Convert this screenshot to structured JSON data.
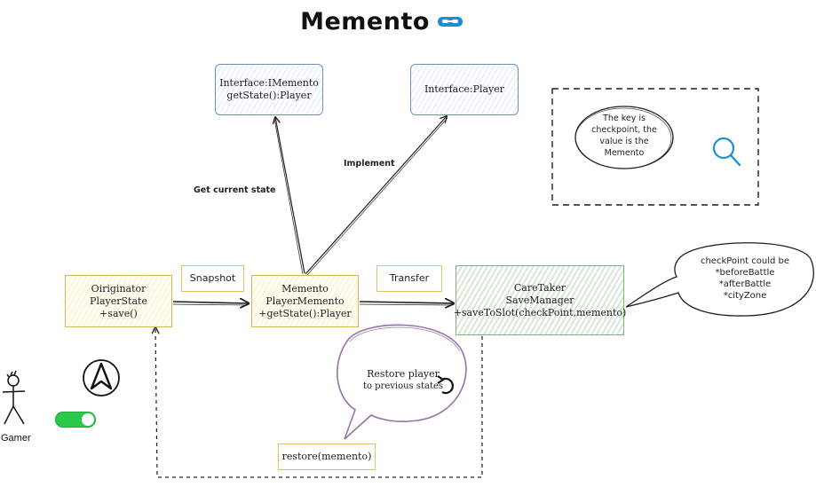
{
  "title": {
    "text": "Memento"
  },
  "nodes": {
    "imemento": {
      "lines": [
        "Interface:IMemento",
        "getState():Player"
      ]
    },
    "player_interface": {
      "lines": [
        "Interface:Player"
      ]
    },
    "originator": {
      "lines": [
        "Oiriginator",
        "PlayerState",
        "+save()"
      ]
    },
    "memento": {
      "lines": [
        "Memento",
        "PlayerMemento",
        "+getState():Player"
      ]
    },
    "caretaker": {
      "lines": [
        "CareTaker",
        "SaveManager",
        "+saveToSlot(checkPoint,memento)"
      ]
    }
  },
  "labels": {
    "snapshot": "Snapshot",
    "transfer": "Transfer",
    "restore": "restore(memento)",
    "get_current_state": "Get current state",
    "implement": "Implement"
  },
  "notes": {
    "key_note": [
      "The key is",
      "checkpoint, the",
      "value is the",
      "Memento"
    ],
    "checkpoint_note": [
      "checkPoint could be",
      "*beforeBattle",
      "*afterBattle",
      "*cityZone"
    ],
    "restore_bubble": [
      "Restore player",
      "to previous states"
    ]
  },
  "actor": {
    "label": "Gamer"
  },
  "colors": {
    "blue_stroke": "#6c8ebf",
    "yellow_stroke": "#d6b656",
    "green_stroke": "#82b366",
    "purple_stroke": "#9673a6",
    "search_blue": "#1f8dd6",
    "toggle_green": "#2bc84b",
    "title_icon_blue": "#1f8dd6"
  },
  "icons": {
    "title": "cloud-link-icon",
    "search": "search-icon",
    "compass": "navigation-arrow-icon",
    "undo": "undo-icon",
    "toggle": "toggle-on-icon"
  }
}
